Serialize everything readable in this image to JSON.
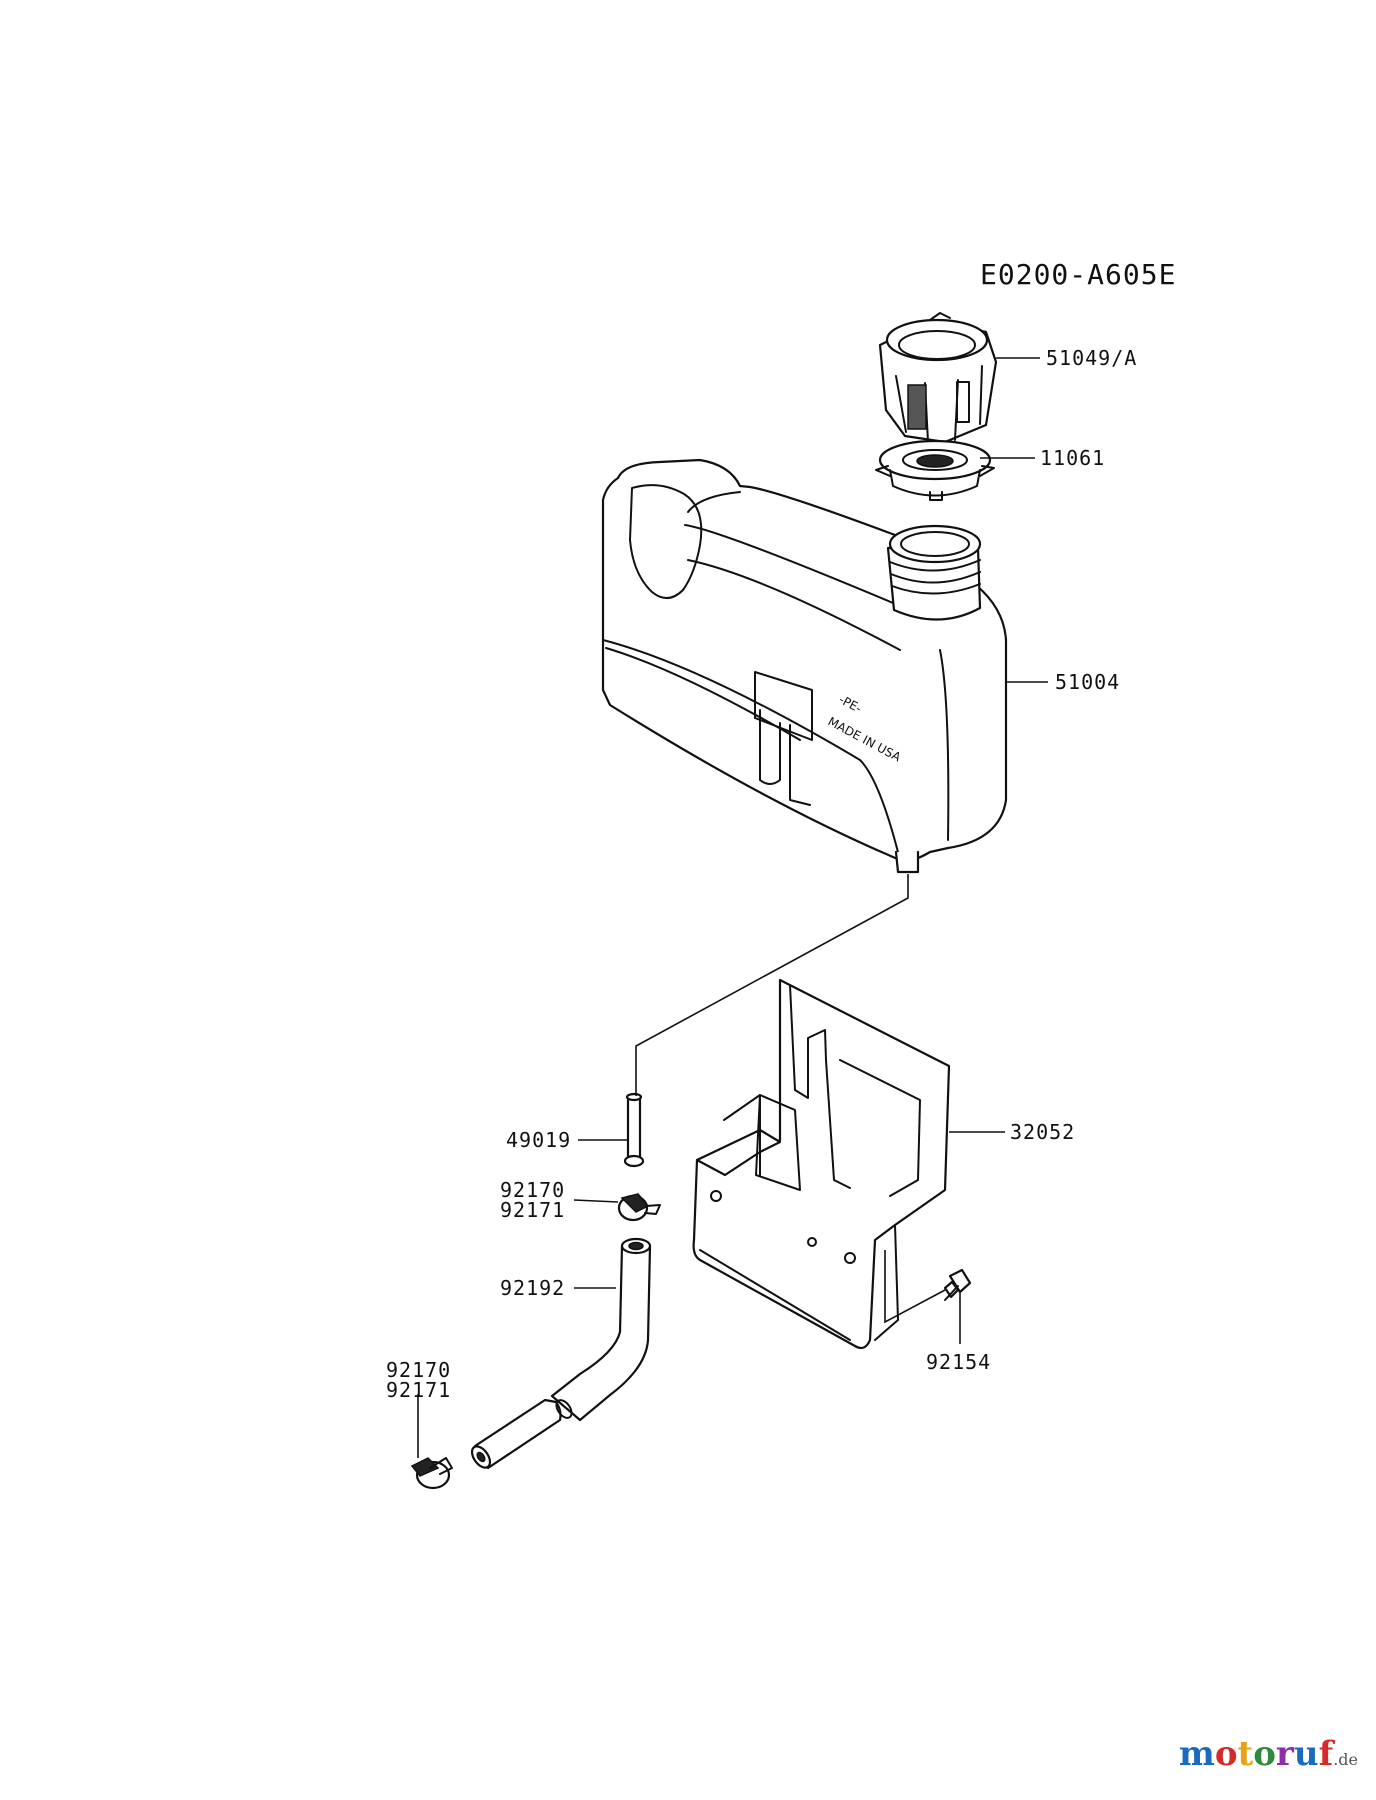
{
  "diagram_code": "E0200-A605E",
  "brand": {
    "name": "motoruf",
    "tld": ".de",
    "colors": [
      "#1a6bbf",
      "#d62a2a",
      "#e6a317",
      "#2e8b3e",
      "#8b2ea8",
      "#1a6bbf",
      "#d62a2a"
    ]
  },
  "tank_markings": {
    "line1": "-PE-",
    "line2": "MADE IN USA"
  },
  "parts": [
    {
      "id": "cap",
      "label": "51049/A"
    },
    {
      "id": "ring",
      "label": "11061"
    },
    {
      "id": "tank",
      "label": "51004"
    },
    {
      "id": "guard",
      "label": "32052"
    },
    {
      "id": "filter",
      "label": "49019"
    },
    {
      "id": "clamp-upper",
      "label": "92170",
      "label2": "92171"
    },
    {
      "id": "hose",
      "label": "92192"
    },
    {
      "id": "clamp-lower",
      "label": "92170",
      "label2": "92171"
    },
    {
      "id": "bolt",
      "label": "92154"
    }
  ]
}
